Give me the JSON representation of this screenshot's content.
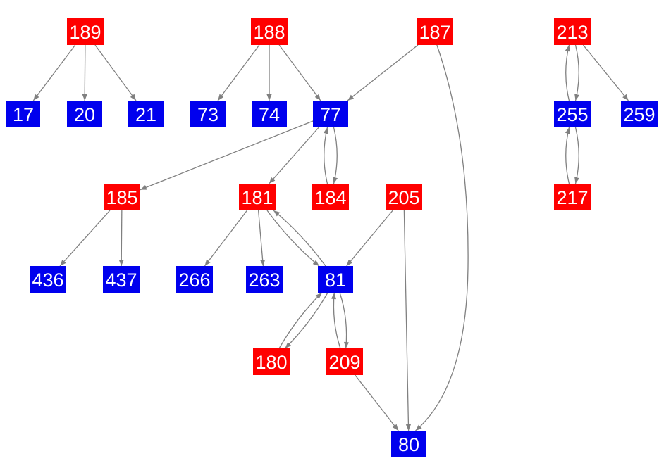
{
  "colors": {
    "red": "#ff0000",
    "blue": "#0000ee",
    "edge": "#808080",
    "label": "#ffffff"
  },
  "nodes": [
    {
      "id": "189",
      "label": "189",
      "color": "red"
    },
    {
      "id": "188",
      "label": "188",
      "color": "red"
    },
    {
      "id": "187",
      "label": "187",
      "color": "red"
    },
    {
      "id": "213",
      "label": "213",
      "color": "red"
    },
    {
      "id": "17",
      "label": "17",
      "color": "blue"
    },
    {
      "id": "20",
      "label": "20",
      "color": "blue"
    },
    {
      "id": "21",
      "label": "21",
      "color": "blue"
    },
    {
      "id": "73",
      "label": "73",
      "color": "blue"
    },
    {
      "id": "74",
      "label": "74",
      "color": "blue"
    },
    {
      "id": "77",
      "label": "77",
      "color": "blue"
    },
    {
      "id": "255",
      "label": "255",
      "color": "blue"
    },
    {
      "id": "259",
      "label": "259",
      "color": "blue"
    },
    {
      "id": "185",
      "label": "185",
      "color": "red"
    },
    {
      "id": "181",
      "label": "181",
      "color": "red"
    },
    {
      "id": "184",
      "label": "184",
      "color": "red"
    },
    {
      "id": "205",
      "label": "205",
      "color": "red"
    },
    {
      "id": "217",
      "label": "217",
      "color": "red"
    },
    {
      "id": "436",
      "label": "436",
      "color": "blue"
    },
    {
      "id": "437",
      "label": "437",
      "color": "blue"
    },
    {
      "id": "266",
      "label": "266",
      "color": "blue"
    },
    {
      "id": "263",
      "label": "263",
      "color": "blue"
    },
    {
      "id": "81",
      "label": "81",
      "color": "blue"
    },
    {
      "id": "180",
      "label": "180",
      "color": "red"
    },
    {
      "id": "209",
      "label": "209",
      "color": "red"
    },
    {
      "id": "80",
      "label": "80",
      "color": "blue"
    }
  ],
  "edges": [
    {
      "from": "189",
      "to": "17"
    },
    {
      "from": "189",
      "to": "20"
    },
    {
      "from": "189",
      "to": "21"
    },
    {
      "from": "188",
      "to": "73"
    },
    {
      "from": "188",
      "to": "74"
    },
    {
      "from": "188",
      "to": "77"
    },
    {
      "from": "187",
      "to": "77"
    },
    {
      "from": "187",
      "to": "80"
    },
    {
      "from": "213",
      "to": "255"
    },
    {
      "from": "213",
      "to": "259"
    },
    {
      "from": "255",
      "to": "213"
    },
    {
      "from": "255",
      "to": "217"
    },
    {
      "from": "217",
      "to": "255"
    },
    {
      "from": "77",
      "to": "185"
    },
    {
      "from": "77",
      "to": "181"
    },
    {
      "from": "77",
      "to": "184"
    },
    {
      "from": "184",
      "to": "77"
    },
    {
      "from": "185",
      "to": "436"
    },
    {
      "from": "185",
      "to": "437"
    },
    {
      "from": "181",
      "to": "266"
    },
    {
      "from": "181",
      "to": "263"
    },
    {
      "from": "181",
      "to": "81"
    },
    {
      "from": "81",
      "to": "181"
    },
    {
      "from": "205",
      "to": "81"
    },
    {
      "from": "205",
      "to": "80"
    },
    {
      "from": "81",
      "to": "180"
    },
    {
      "from": "180",
      "to": "81"
    },
    {
      "from": "81",
      "to": "209"
    },
    {
      "from": "209",
      "to": "81"
    },
    {
      "from": "209",
      "to": "80"
    }
  ]
}
